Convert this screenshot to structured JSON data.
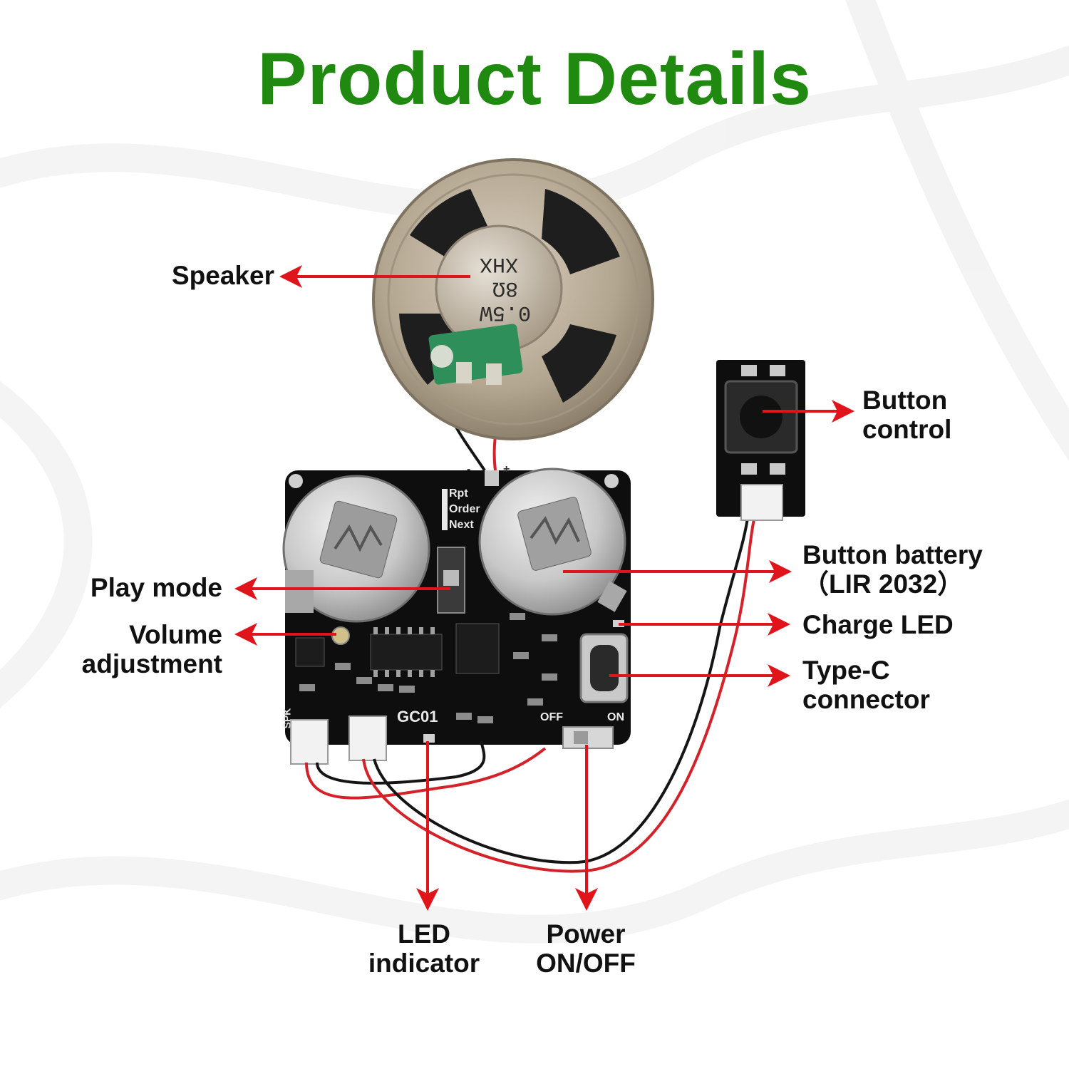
{
  "title": "Product Details",
  "colors": {
    "title": "#1f8a0f",
    "arrow": "#e0151b",
    "pcb": "#0e0e0e",
    "label": "#111111"
  },
  "labels": {
    "speaker": "Speaker",
    "button_control": [
      "Button",
      "control"
    ],
    "play_mode": "Play mode",
    "volume_adjustment": [
      "Volume",
      "adjustment"
    ],
    "button_battery": [
      "Button battery",
      "（LIR 2032）"
    ],
    "charge_led": "Charge LED",
    "type_c_connector": [
      "Type-C",
      "connector"
    ],
    "led_indicator": [
      "LED",
      "indicator"
    ],
    "power_on_off": [
      "Power",
      "ON/OFF"
    ]
  },
  "speaker_marking": [
    "0.5W",
    "8Ω",
    "XHX"
  ],
  "pcb_marking": {
    "model": "GC01",
    "mode_options": [
      "Rpt",
      "Order",
      "Next"
    ],
    "switch_off": "OFF",
    "switch_on": "ON",
    "spk": "SPK",
    "minus": "-",
    "plus": "+"
  }
}
